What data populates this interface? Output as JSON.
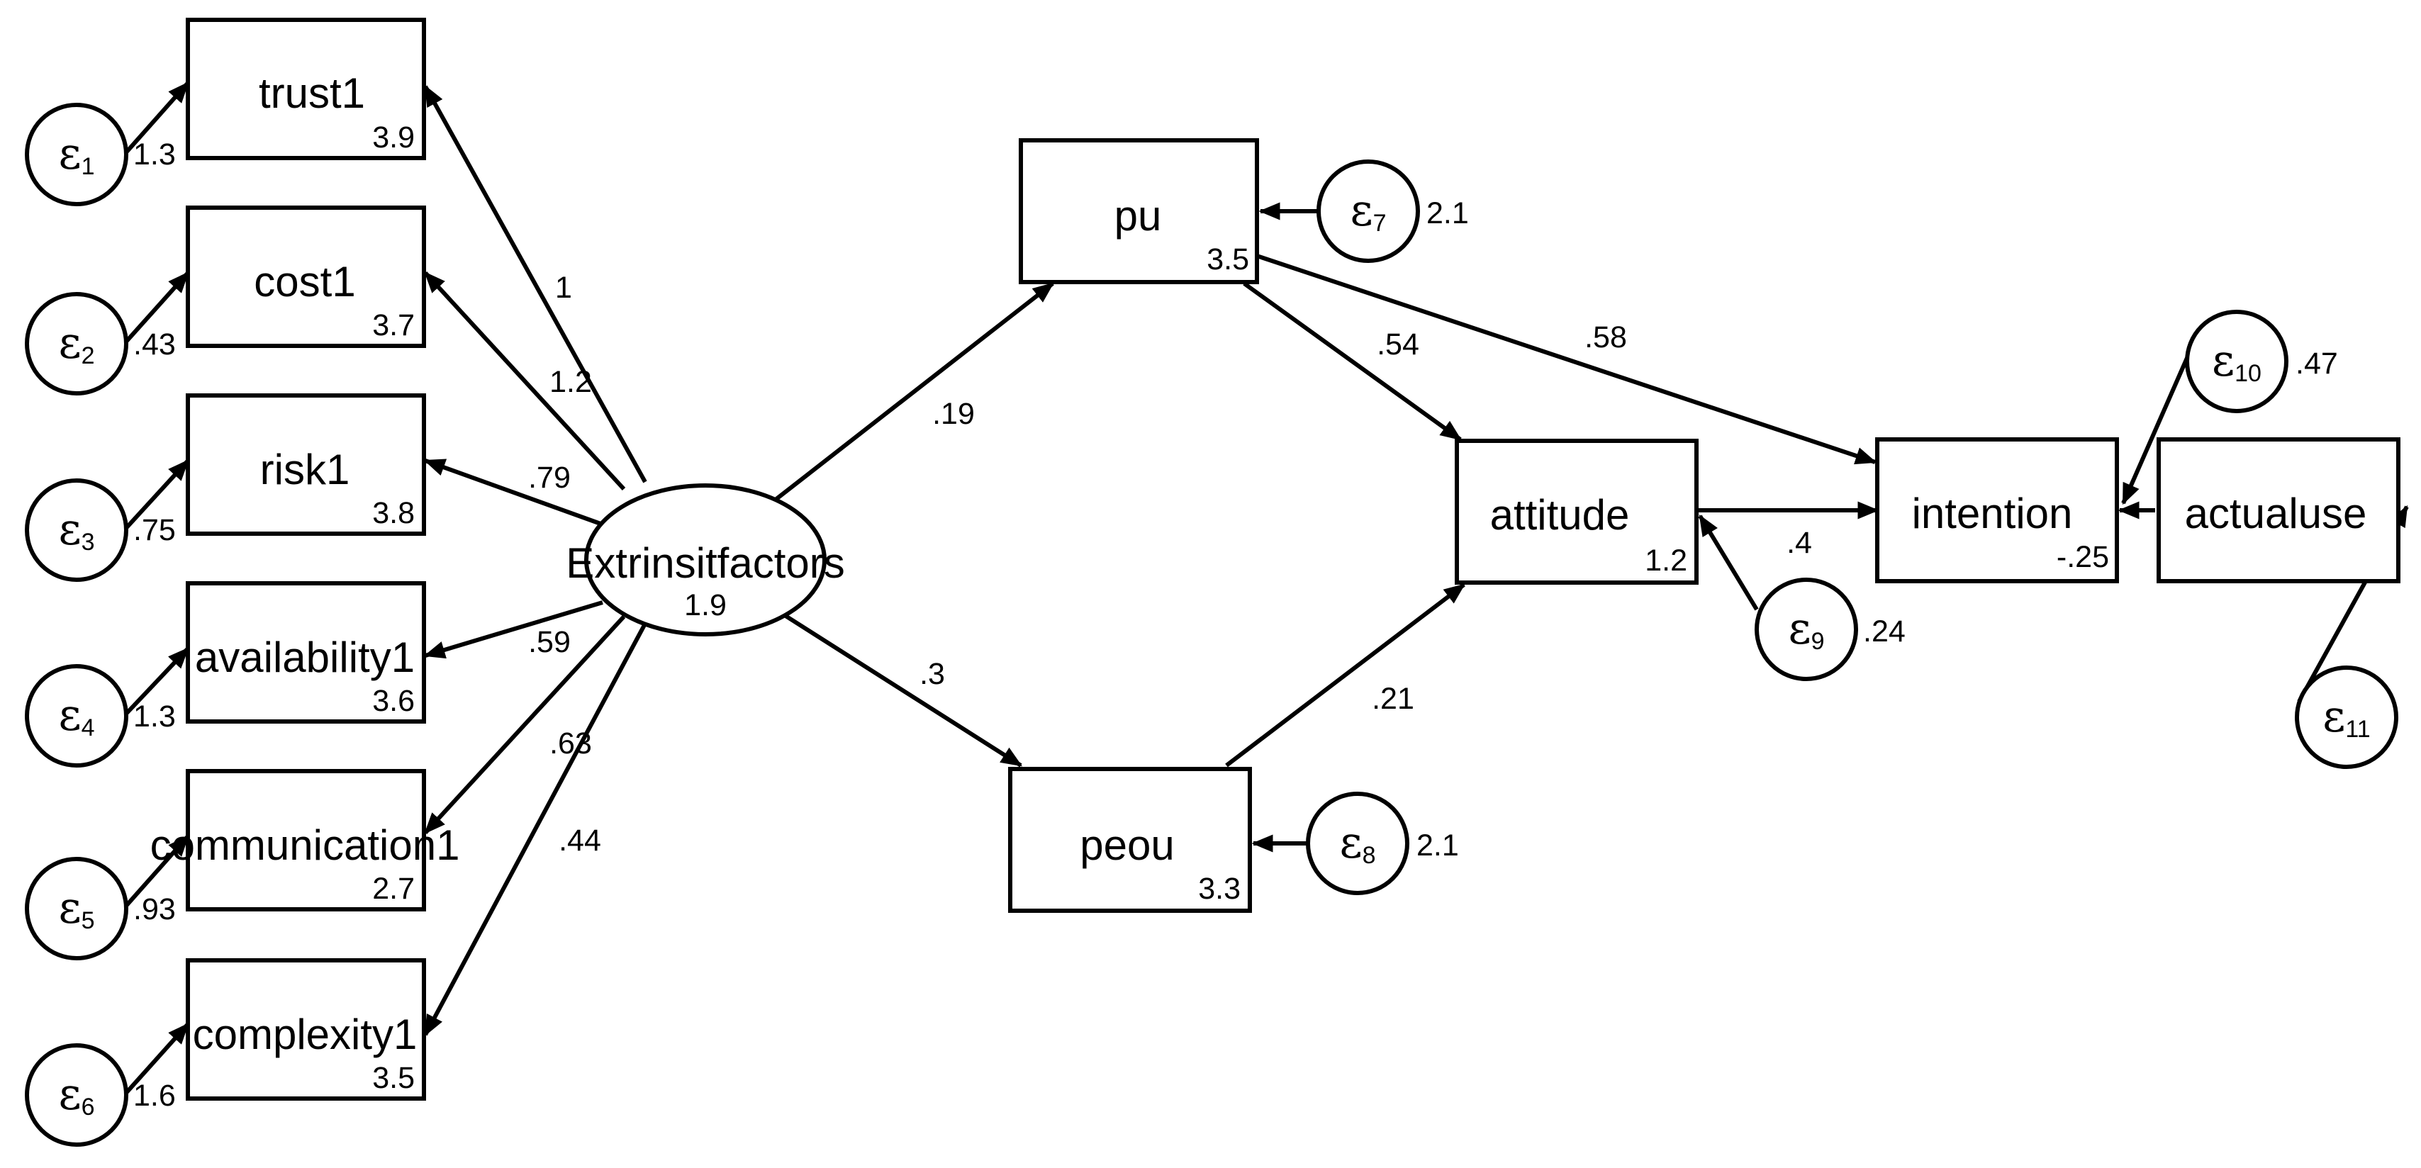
{
  "observed": {
    "trust1": {
      "label": "trust1",
      "intercept": "3.9"
    },
    "cost1": {
      "label": "cost1",
      "intercept": "3.7"
    },
    "risk1": {
      "label": "risk1",
      "intercept": "3.8"
    },
    "availability1": {
      "label": "availability1",
      "intercept": "3.6"
    },
    "communication1": {
      "label": "communication1",
      "intercept": "2.7"
    },
    "complexity1": {
      "label": "complexity1",
      "intercept": "3.5"
    },
    "pu": {
      "label": "pu",
      "intercept": "3.5"
    },
    "peou": {
      "label": "peou",
      "intercept": "3.3"
    },
    "attitude": {
      "label": "attitude",
      "intercept": "1.2"
    },
    "intention": {
      "label": "intention",
      "intercept": "-.25"
    },
    "actualuse": {
      "label": "actualuse"
    }
  },
  "latent": {
    "label": "Extrinsitfactors",
    "variance": "1.9"
  },
  "errors": [
    {
      "symbol": "ε",
      "index": "1",
      "variance": "1.3"
    },
    {
      "symbol": "ε",
      "index": "2",
      "variance": ".43"
    },
    {
      "symbol": "ε",
      "index": "3",
      "variance": ".75"
    },
    {
      "symbol": "ε",
      "index": "4",
      "variance": "1.3"
    },
    {
      "symbol": "ε",
      "index": "5",
      "variance": ".93"
    },
    {
      "symbol": "ε",
      "index": "6",
      "variance": "1.6"
    },
    {
      "symbol": "ε",
      "index": "7",
      "variance": "2.1"
    },
    {
      "symbol": "ε",
      "index": "8",
      "variance": "2.1"
    },
    {
      "symbol": "ε",
      "index": "9",
      "variance": ".24"
    },
    {
      "symbol": "ε",
      "index": "10",
      "variance": ".47"
    },
    {
      "symbol": "ε",
      "index": "11"
    }
  ],
  "loadings": {
    "trust1": "1",
    "cost1": "1.2",
    "risk1": ".79",
    "availability1": ".59",
    "communication1": ".63",
    "complexity1": ".44"
  },
  "paths": {
    "ext_pu": ".19",
    "ext_peou": ".3",
    "pu_attitude": ".54",
    "pu_intention": ".58",
    "peou_attitude": ".21",
    "attitude_intention": ".4"
  }
}
